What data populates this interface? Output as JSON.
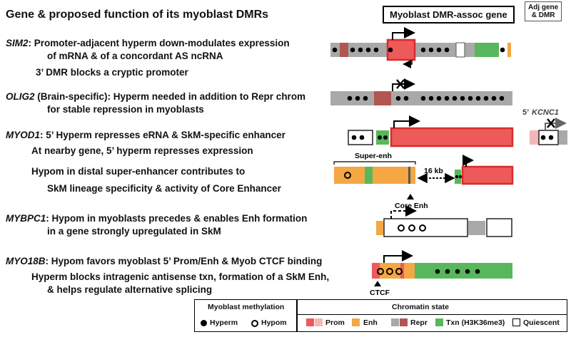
{
  "title": "Gene & proposed function of its myoblast DMRs",
  "header_box": "Myoblast DMR-assoc gene",
  "adj_box": {
    "line1": "Adj gene",
    "line2": "& DMR"
  },
  "rows": [
    {
      "gene": "SIM2",
      "lines": [
        ": Promoter-adjacent hyperm down-modulates expression",
        "of mRNA & of a concordant AS ncRNA",
        "3’ DMR blocks a cryptic promoter"
      ]
    },
    {
      "gene": "OLIG2",
      "lines": [
        " (Brain-specific): Hyperm needed in addition to Repr chrom",
        "for stable repression in myoblasts"
      ]
    },
    {
      "gene": "MYOD1",
      "lines": [
        ": 5’ Hyperm represses eRNA & SkM-specific enhancer",
        "At nearby gene, 5’ hyperm represses expression",
        "Hypom in distal super-enhancer contributes to",
        "SkM lineage specificity & activity of Core Enhancer"
      ]
    },
    {
      "gene": "MYBPC1",
      "lines": [
        ": Hypom in myoblasts precedes & enables Enh formation",
        "in a gene strongly upregulated in SkM"
      ]
    },
    {
      "gene": "MYO18B",
      "lines": [
        ": Hypom favors myoblast 5’ Prom/Enh & Myob CTCF binding",
        "Hyperm blocks intragenic antisense txn, formation of a SkM Enh,",
        "& helps regulate alternative splicing"
      ]
    }
  ],
  "diagram_labels": {
    "kcnc1_prefix": "5’ ",
    "kcnc1": "KCNC1",
    "super_enh": "Super-enh",
    "kb": "16 kb",
    "core_enh": "Core Enh",
    "ctcf": "CTCF"
  },
  "legend": {
    "methylation_title": "Myoblast methylation",
    "hyperm": "Hyperm",
    "hypom": "Hypom",
    "chromatin_title": "Chromatin state",
    "prom": "Prom",
    "enh": "Enh",
    "repr": "Repr",
    "txn": "Txn (H3K36me3)",
    "quiescent": "Quiescent"
  },
  "colors": {
    "prom_dark": "#ee5a5a",
    "prom_light": "#f4b6b6",
    "enh": "#f4a742",
    "repr_gray": "#a9a9a9",
    "repr_dark": "#b25652",
    "txn": "#58b75d",
    "quiescent": "#ffffff",
    "red_border": "#d62c2c"
  }
}
